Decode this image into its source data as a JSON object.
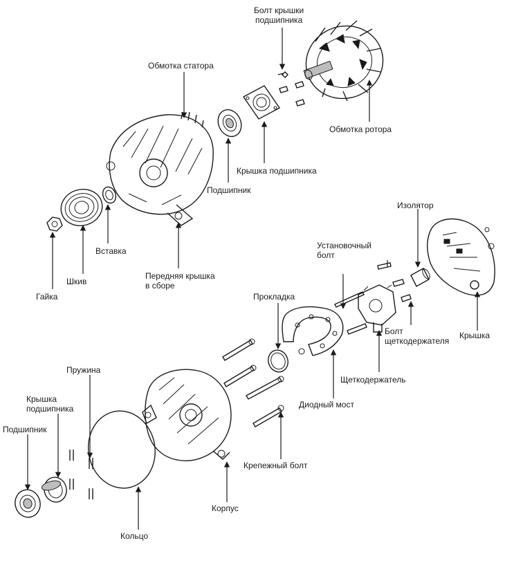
{
  "labels": {
    "bearing_cover_bolt": [
      "Болт крышки",
      "подшипника"
    ],
    "stator_winding": "Обмотка статора",
    "rotor_winding": "Обмотка ротора",
    "bearing_cover": "Крышка подшипника",
    "bearing": "Подшипник",
    "insert": "Вставка",
    "pulley": "Шкив",
    "nut": "Гайка",
    "front_cover": [
      "Передняя крышка",
      "в сборе"
    ],
    "insulator": "Изолятор",
    "mounting_bolt": [
      "Установочный",
      "болт"
    ],
    "gasket": "Прокладка",
    "cover": "Крышка",
    "brush_holder_bolt": [
      "Болт",
      "щеткодержателя"
    ],
    "brush_holder": "Щеткодержатель",
    "diode_bridge": "Диодный мост",
    "spring": "Пружина",
    "rear_bearing_cover": [
      "Крышка",
      "подшипника"
    ],
    "rear_bearing": "Подшипник",
    "fastening_bolt": "Крепежный болт",
    "housing": "Корпус",
    "ring": "Кольцо"
  }
}
